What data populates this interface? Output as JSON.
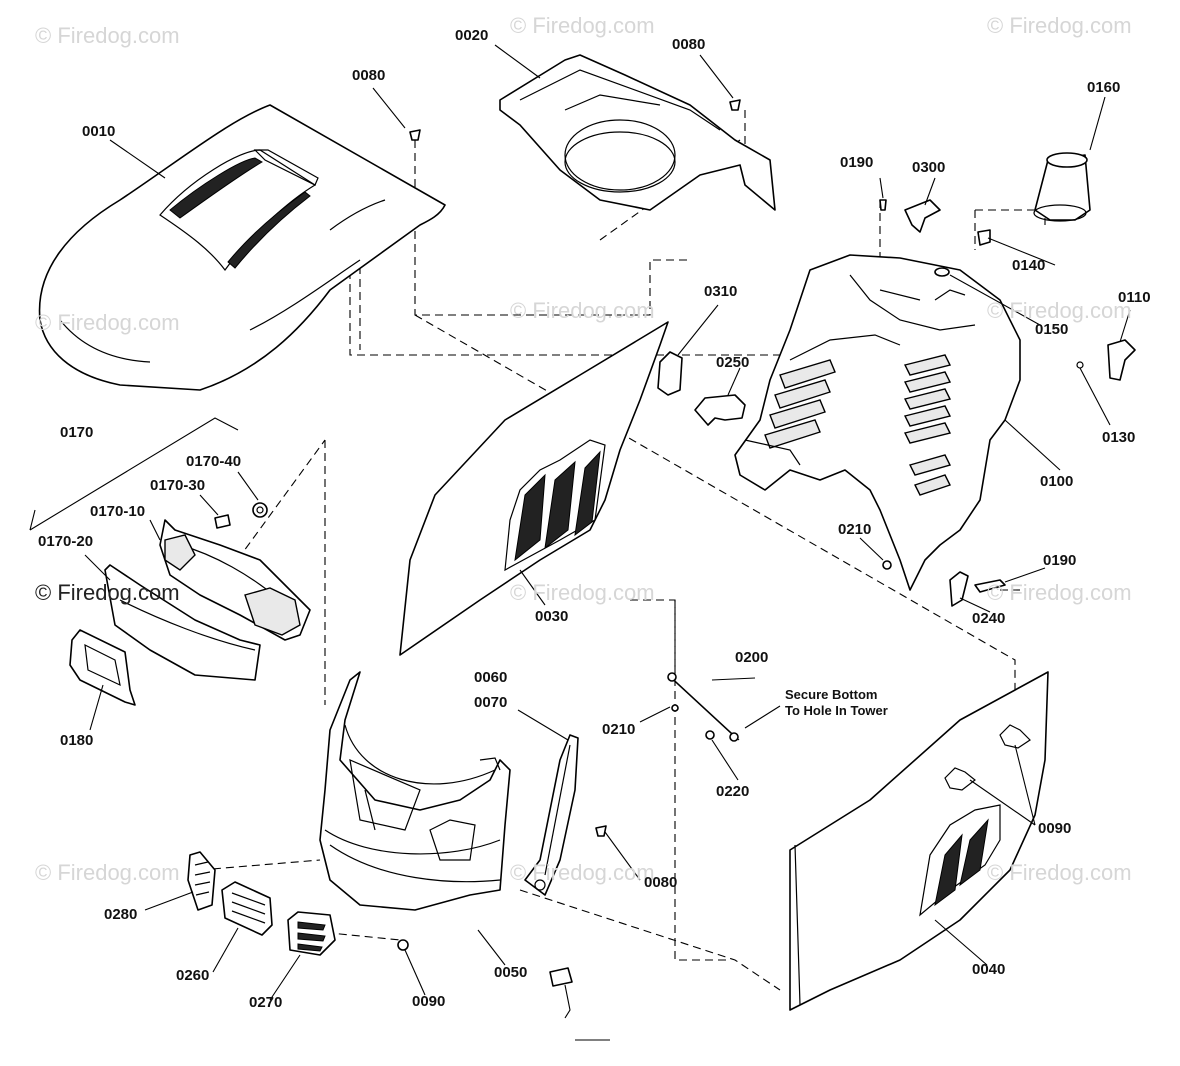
{
  "watermark": "© Firedog.com",
  "callouts": {
    "c0010": "0010",
    "c0020": "0020",
    "c0030": "0030",
    "c0040": "0040",
    "c0050": "0050",
    "c0060": "0060",
    "c0070": "0070",
    "c0080a": "0080",
    "c0080b": "0080",
    "c0080c": "0080",
    "c0090a": "0090",
    "c0090b": "0090",
    "c0100": "0100",
    "c0110": "0110",
    "c0130": "0130",
    "c0140": "0140",
    "c0150": "0150",
    "c0160": "0160",
    "c0170": "0170",
    "c0170_10": "0170-10",
    "c0170_20": "0170-20",
    "c0170_30": "0170-30",
    "c0170_40": "0170-40",
    "c0180": "0180",
    "c0190a": "0190",
    "c0190b": "0190",
    "c0200": "0200",
    "c0210a": "0210",
    "c0210b": "0210",
    "c0220": "0220",
    "c0240": "0240",
    "c0250": "0250",
    "c0260": "0260",
    "c0270": "0270",
    "c0280": "0280",
    "c0300": "0300",
    "c0310": "0310"
  },
  "note": {
    "line1": "Secure Bottom",
    "line2": "To Hole In Tower"
  }
}
